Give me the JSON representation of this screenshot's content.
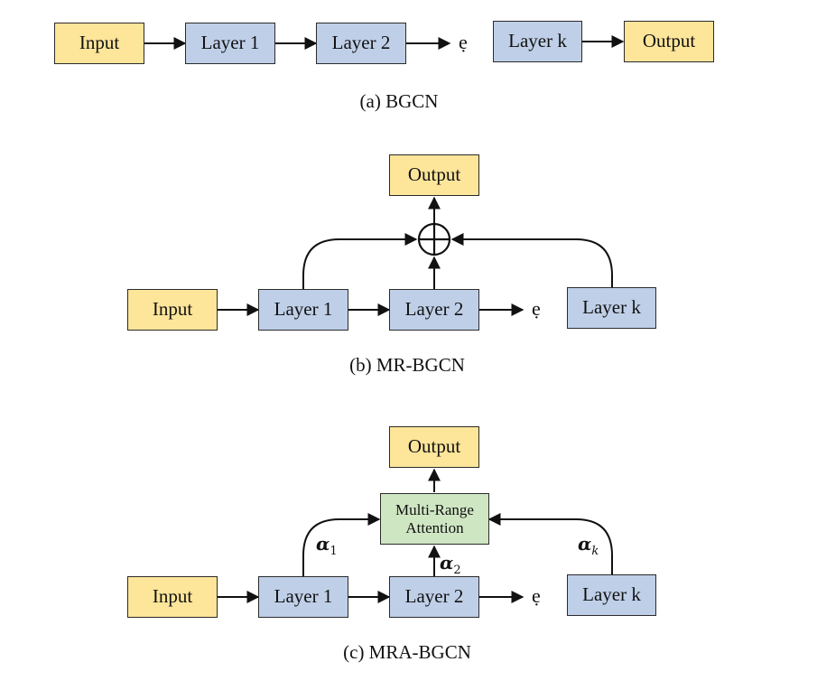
{
  "a": {
    "input": "Input",
    "layer1": "Layer 1",
    "layer2": "Layer 2",
    "ellipsis": "ẹ",
    "layerk": "Layer k",
    "output": "Output",
    "caption": "(a) BGCN"
  },
  "b": {
    "input": "Input",
    "layer1": "Layer 1",
    "layer2": "Layer 2",
    "ellipsis": "ẹ",
    "layerk": "Layer k",
    "output": "Output",
    "caption": "(b) MR-BGCN"
  },
  "c": {
    "input": "Input",
    "layer1": "Layer 1",
    "layer2": "Layer 2",
    "ellipsis": "ẹ",
    "layerk": "Layer k",
    "output": "Output",
    "attention_line1": "Multi-Range",
    "attention_line2": "Attention",
    "alpha_symbol": "α",
    "alpha1_sub": "1",
    "alpha2_sub": "2",
    "alphak_sub": "k",
    "caption": "(c) MRA-BGCN"
  },
  "colors": {
    "input_output_fill": "#fde59a",
    "layer_fill": "#bfcfe8",
    "attention_fill": "#cfe6c3"
  }
}
